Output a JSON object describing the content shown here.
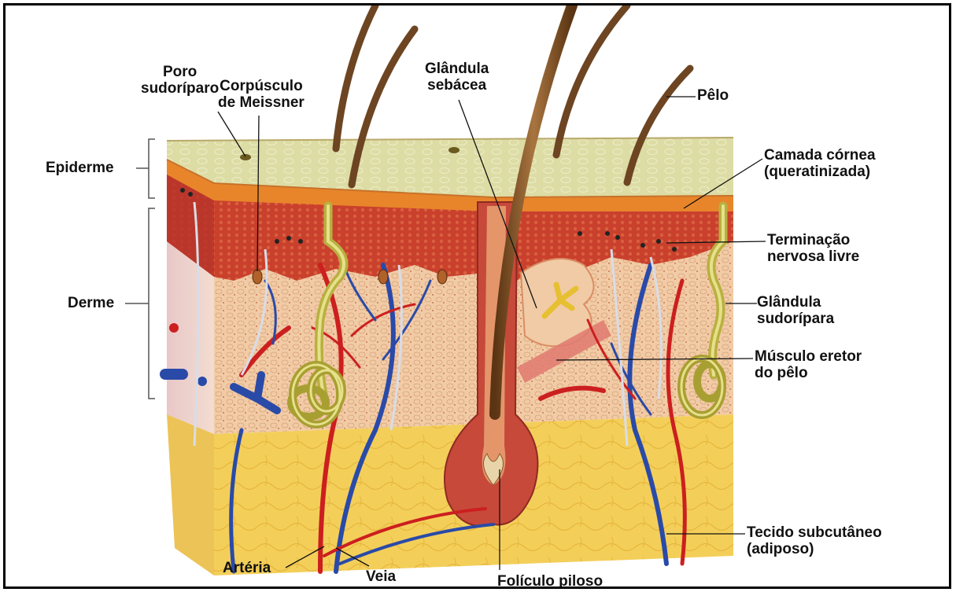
{
  "labels": {
    "poro_sudoriparo": [
      "Poro",
      "sudoríparo"
    ],
    "corpusculo_meissner": [
      "Corpúsculo",
      "de Meissner"
    ],
    "glandula_sebacea": [
      "Glândula",
      "sebácea"
    ],
    "pelo": "Pêlo",
    "epiderme": "Epiderme",
    "camada_cornea": [
      "Camada córnea",
      "(queratinizada)"
    ],
    "derme": "Derme",
    "terminacao_nervosa": [
      "Terminação",
      "nervosa livre"
    ],
    "glandula_sudoripara": [
      "Glândula",
      "sudorípara"
    ],
    "musculo_eretor": [
      "Músculo eretor",
      "do pêlo"
    ],
    "tecido_subcutaneo": [
      "Tecido subcutâneo",
      "(adiposo)"
    ],
    "arteria": "Artéria",
    "veia": "Veia",
    "foliculo_piloso": "Folículo piloso"
  },
  "colors": {
    "epidermis_top": "#d9dba0",
    "cornea_layer": "#e8852a",
    "dermis_red": "#c93a2a",
    "dermis_tissue": "#f0c7a0",
    "subcutaneous": "#f2cc55",
    "artery": "#cc1f1f",
    "vein": "#2a4aa8",
    "gland": "#b8b040",
    "hair": "#8a5a2a",
    "nerve": "#d8dde8"
  }
}
